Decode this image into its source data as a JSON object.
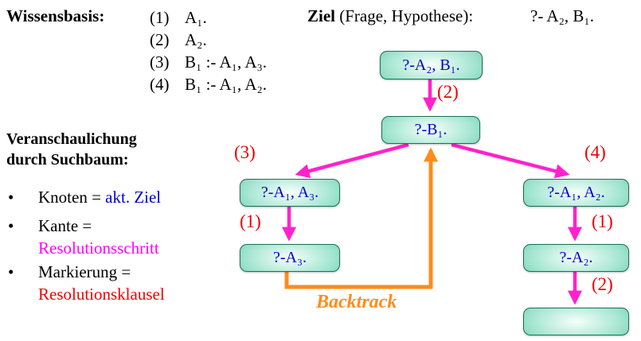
{
  "header": {
    "wissensbasis_label": "Wissensbasis:",
    "clauses": [
      {
        "num": "(1)",
        "text": "A₁."
      },
      {
        "num": "(2)",
        "text": "A₂."
      },
      {
        "num": "(3)",
        "text": "B₁ :- A₁, A₃."
      },
      {
        "num": "(4)",
        "text": "B₁ :- A₁, A₂."
      }
    ],
    "ziel_bold": "Ziel",
    "ziel_rest": " (Frage, Hypothese):",
    "ziel_value": "?- A₂, B₁."
  },
  "sidebar": {
    "title_line1": "Veranschaulichung",
    "title_line2": "durch Suchbaum:",
    "bullet_marker": "•",
    "b1_plain": "Knoten = ",
    "b1_colored": "akt. Ziel",
    "b2_plain": "Kante =",
    "b2_colored": "Resolutionsschritt",
    "b3_plain": "Markierung =",
    "b3_colored": "Resolutionsklausel"
  },
  "tree": {
    "nodes": [
      {
        "label": "?-A₂, B₁."
      },
      {
        "label": "?-B₁."
      },
      {
        "label": "?-A₁, A₃."
      },
      {
        "label": "?-A₃."
      },
      {
        "label": "?-A₁, A₂."
      },
      {
        "label": "?-A₂."
      },
      {
        "label": ""
      }
    ],
    "edge_labels": [
      "(2)",
      "(3)",
      "(4)",
      "(1)",
      "(1)",
      "(2)"
    ],
    "backtrack_label": "Backtrack"
  },
  "colors": {
    "node_text": "#0000cc",
    "node_fill": "#3eb795",
    "edge_arrow": "#ff22cc",
    "edge_label": "#ee0000",
    "backtrack": "#ff8c1a",
    "highlight_blue": "#0000cc",
    "highlight_magenta": "#ff00ff",
    "highlight_red": "#ee0000"
  }
}
